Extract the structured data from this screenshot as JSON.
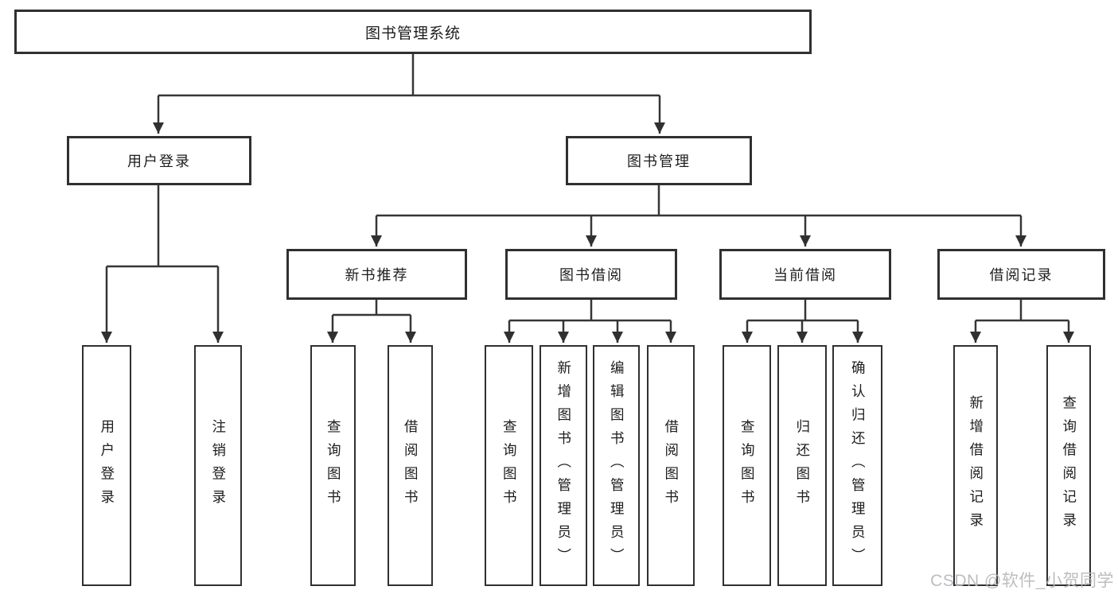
{
  "tree": {
    "label": "图书管理系统",
    "children": [
      {
        "label": "用户登录",
        "children": [
          {
            "label": "用户登录"
          },
          {
            "label": "注销登录"
          }
        ]
      },
      {
        "label": "图书管理",
        "children": [
          {
            "label": "新书推荐",
            "children": [
              {
                "label": "查询图书"
              },
              {
                "label": "借阅图书"
              }
            ]
          },
          {
            "label": "图书借阅",
            "children": [
              {
                "label": "查询图书"
              },
              {
                "label": "新增图书（管理员）"
              },
              {
                "label": "编辑图书（管理员）"
              },
              {
                "label": "借阅图书"
              }
            ]
          },
          {
            "label": "当前借阅",
            "children": [
              {
                "label": "查询图书"
              },
              {
                "label": "归还图书"
              },
              {
                "label": "确认归还（管理员）"
              }
            ]
          },
          {
            "label": "借阅记录",
            "children": [
              {
                "label": "新增借阅记录"
              },
              {
                "label": "查询借阅记录"
              }
            ]
          }
        ]
      }
    ]
  },
  "colors": {
    "line": "#363636",
    "border": "#303030",
    "text": "#1d1d1d",
    "watermark": "#b8b6bb"
  },
  "watermark": {
    "text": "CSDN @软件_小贺同学"
  }
}
